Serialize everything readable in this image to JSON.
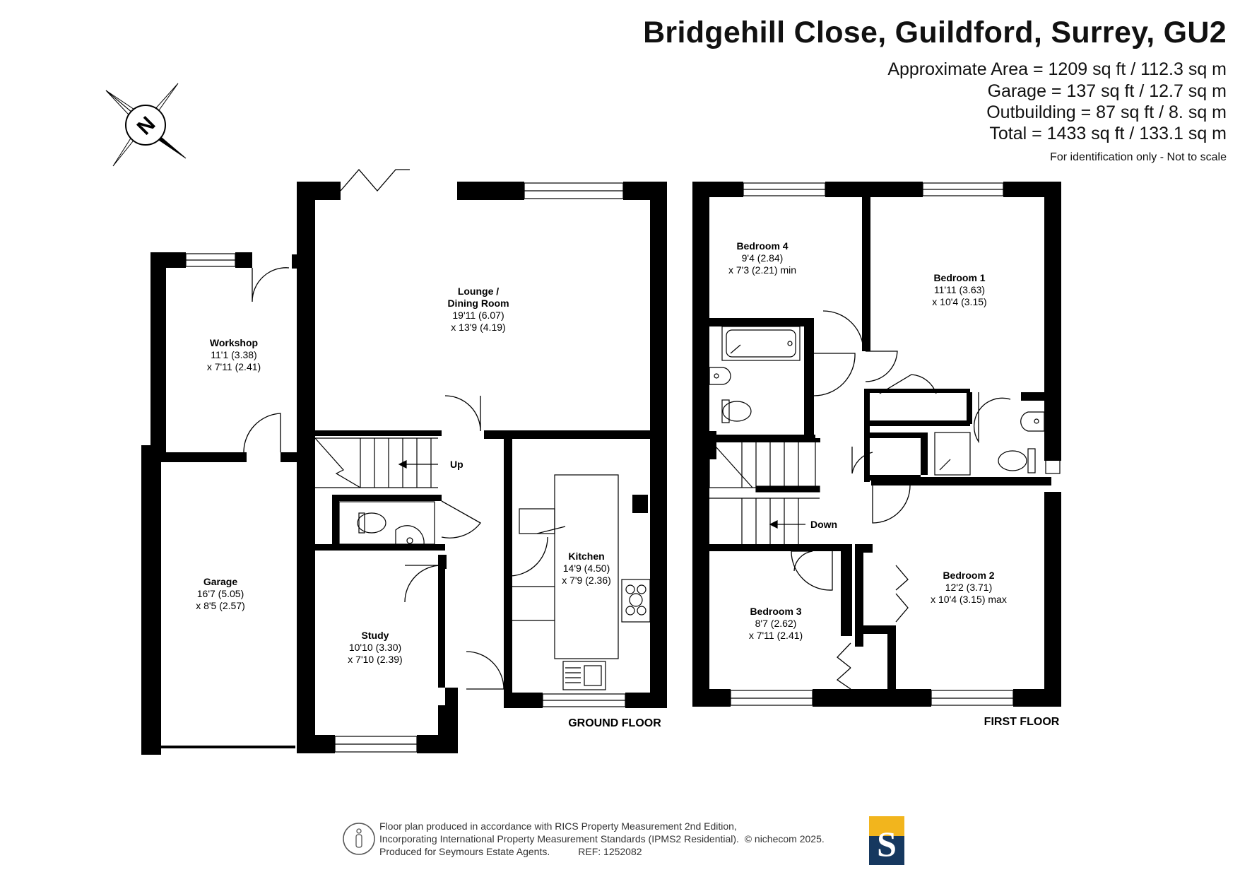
{
  "header": {
    "address": "Bridgehill Close, Guildford, Surrey, GU2",
    "area_lines": [
      "Approximate Area = 1209 sq ft / 112.3 sq m",
      "Garage = 137 sq ft / 12.7 sq m",
      "Outbuilding = 87 sq ft / 8. sq m",
      "Total = 1433 sq ft / 133.1 sq m"
    ],
    "note": "For identification only - Not to scale"
  },
  "compass": {
    "letter": "N"
  },
  "ground_floor": {
    "label": "GROUND FLOOR",
    "stairs_label": "Up",
    "rooms": [
      {
        "name": "Workshop",
        "dims": [
          "11'1 (3.38)",
          "x 7'11 (2.41)"
        ]
      },
      {
        "name": "Lounge /",
        "name2": "Dining Room",
        "dims": [
          "19'11 (6.07)",
          "x 13'9 (4.19)"
        ]
      },
      {
        "name": "Garage",
        "dims": [
          "16'7 (5.05)",
          "x 8'5 (2.57)"
        ]
      },
      {
        "name": "Kitchen",
        "dims": [
          "14'9 (4.50)",
          "x 7'9 (2.36)"
        ]
      },
      {
        "name": "Study",
        "dims": [
          "10'10 (3.30)",
          "x 7'10 (2.39)"
        ]
      }
    ]
  },
  "first_floor": {
    "label": "FIRST FLOOR",
    "stairs_label": "Down",
    "rooms": [
      {
        "name": "Bedroom 4",
        "dims": [
          "9'4 (2.84)",
          "x 7'3 (2.21) min"
        ]
      },
      {
        "name": "Bedroom 1",
        "dims": [
          "11'11 (3.63)",
          "x 10'4 (3.15)"
        ]
      },
      {
        "name": "Bedroom 2",
        "dims": [
          "12'2 (3.71)",
          "x 10'4 (3.15) max"
        ]
      },
      {
        "name": "Bedroom 3",
        "dims": [
          "8'7 (2.62)",
          "x 7'11 (2.41)"
        ]
      }
    ]
  },
  "footer": {
    "lines": [
      "Floor plan produced in accordance with RICS Property Measurement 2nd Edition,",
      "Incorporating International Property Measurement Standards (IPMS2 Residential).",
      "Produced for Seymours Estate Agents."
    ],
    "ref": "REF: 1252082",
    "copyright": "© nichecom 2025.",
    "logo_letter": "S"
  },
  "colors": {
    "wall": "#000000",
    "logo_yellow": "#f2b51d",
    "logo_navy": "#16385f"
  }
}
